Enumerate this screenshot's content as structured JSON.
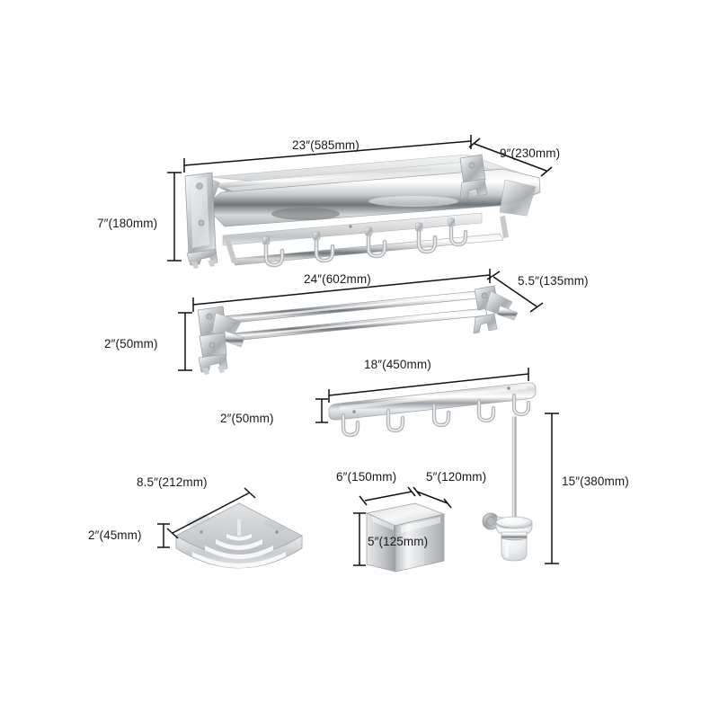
{
  "page": {
    "background_color": "#ffffff",
    "line_color": "#111114",
    "text_color": "#19191b",
    "type": "product-dimension-diagram",
    "subject": "bathroom hardware accessory set"
  },
  "products": [
    {
      "id": "folding-towel-rack",
      "name": "Folding Towel Rack with Shelf and Hooks",
      "hook_count": 5,
      "dimensions": {
        "width": "23″(585mm)",
        "depth": "9″(230mm)",
        "height": "7″(180mm)"
      }
    },
    {
      "id": "double-towel-bar",
      "name": "Double Towel Bar",
      "dimensions": {
        "width": "24″(602mm)",
        "depth": "5.5″(135mm)",
        "height": "2″(50mm)"
      }
    },
    {
      "id": "hook-rail",
      "name": "Robe Hook Rail",
      "hook_count": 5,
      "dimensions": {
        "width": "18″(450mm)",
        "height": "2″(50mm)"
      }
    },
    {
      "id": "corner-shelf",
      "name": "Corner Shower Shelf Basket",
      "dimensions": {
        "width": "8.5″(212mm)",
        "height": "2″(45mm)"
      }
    },
    {
      "id": "tissue-box",
      "name": "Tissue Box Holder",
      "dimensions": {
        "width": "6″(150mm)",
        "depth": "5″(120mm)",
        "height": "5″(125mm)"
      }
    },
    {
      "id": "toilet-brush-holder",
      "name": "Toilet Brush and Holder",
      "dimensions": {
        "height": "15″(380mm)"
      }
    }
  ],
  "labels": {
    "rack_width": "23″(585mm)",
    "rack_depth": "9″(230mm)",
    "rack_height": "7″(180mm)",
    "bar_width": "24″(602mm)",
    "bar_depth": "5.5″(135mm)",
    "bar_height": "2″(50mm)",
    "hookrail_width": "18″(450mm)",
    "hookrail_height": "2″(50mm)",
    "shelf_width": "8.5″(212mm)",
    "shelf_height": "2″(45mm)",
    "box_width": "6″(150mm)",
    "box_depth": "5″(120mm)",
    "box_height": "5″(125mm)",
    "brush_height": "15″(380mm)"
  }
}
